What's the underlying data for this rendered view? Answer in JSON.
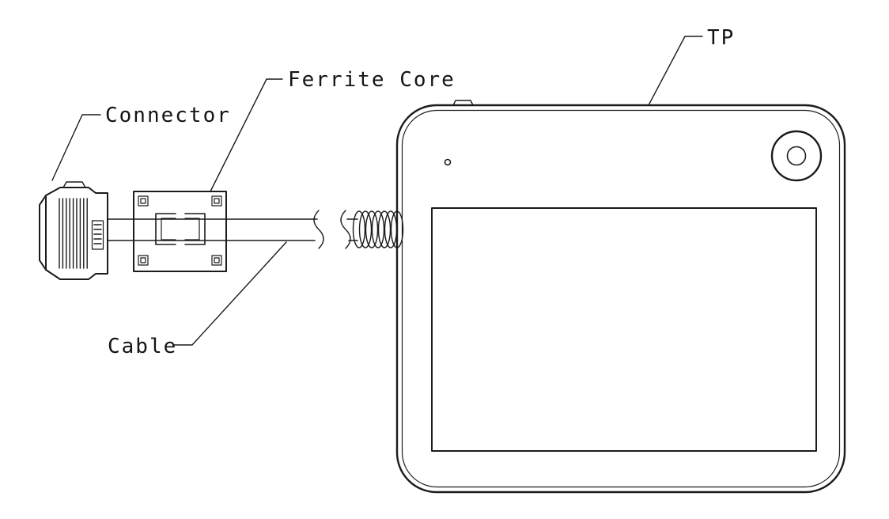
{
  "diagram": {
    "type": "technical-line-drawing",
    "description": "Touch panel with cable, ferrite core and connector",
    "colors": {
      "background": "#ffffff",
      "stroke": "#1b1b1b",
      "text": "#141414"
    },
    "labels": {
      "connector": "Connector",
      "ferrite_core": "Ferrite Core",
      "cable": "Cable",
      "tp": "TP"
    }
  }
}
